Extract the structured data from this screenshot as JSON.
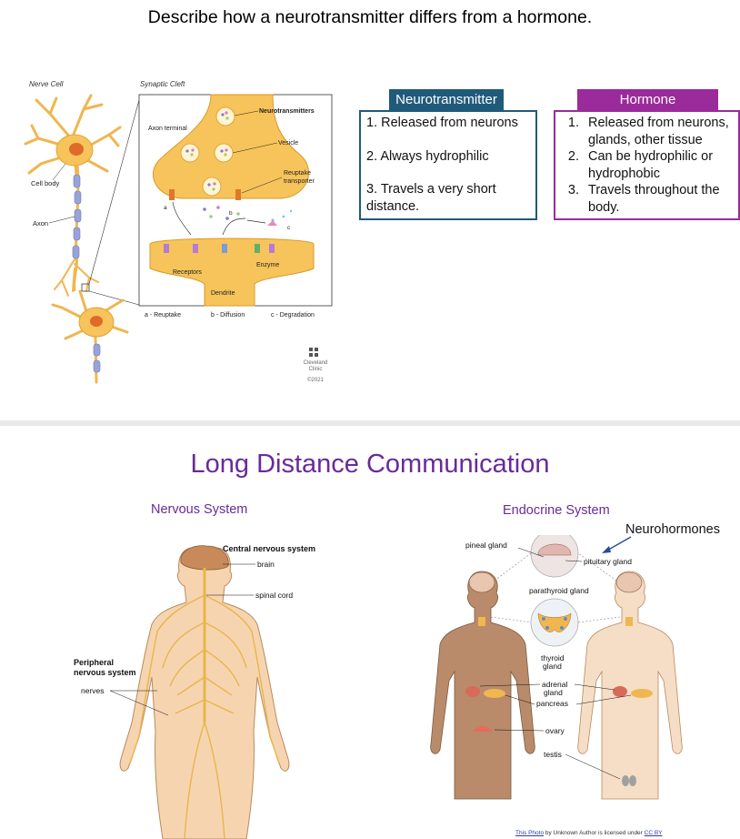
{
  "slide1": {
    "question": "Describe how a neurotransmitter differs from a hormone.",
    "figure": {
      "nerve_cell_label": "Nerve Cell",
      "synaptic_cleft_label": "Synaptic Cleft",
      "cell_body": "Cell body",
      "axon": "Axon",
      "axon_terminal": "Axon terminal",
      "neurotransmitters": "Neurotransmitters",
      "vesicle": "Vesicle",
      "reuptake_transporter_1": "Reuptake",
      "reuptake_transporter_2": "transporter",
      "receptors": "Receptors",
      "enzyme": "Enzyme",
      "dendrite": "Dendrite",
      "mark_a": "a",
      "mark_b": "b",
      "mark_c": "c",
      "legend_a": "a - Reuptake",
      "legend_b": "b - Diffusion",
      "legend_c": "c - Degradation",
      "credit_1": "Cleveland",
      "credit_2": "Clinic",
      "credit_3": "©2021"
    },
    "neuro_box": {
      "header": "Neurotransmitter",
      "items": [
        "1. Released from neurons",
        "2. Always hydrophilic",
        "3. Travels a very short distance."
      ],
      "color": "#1f5a7a"
    },
    "hormone_box": {
      "header": "Hormone",
      "items": [
        "Released from neurons, glands, other tissue",
        "Can be hydrophilic or hydrophobic",
        "Travels throughout the body."
      ],
      "color": "#9b2a9b"
    }
  },
  "slide2": {
    "title": "Long Distance Communication",
    "nervous_label": "Nervous System",
    "endocrine_label": "Endocrine System",
    "neurohormones": "Neurohormones",
    "nervous_fig": {
      "cns": "Central nervous system",
      "brain": "brain",
      "spinal_cord": "spinal cord",
      "pns_1": "Peripheral",
      "pns_2": "nervous system",
      "nerves": "nerves"
    },
    "endocrine_fig": {
      "pineal": "pineal gland",
      "pituitary": "pituitary gland",
      "parathyroid": "parathyroid gland",
      "thyroid_1": "thyroid",
      "thyroid_2": "gland",
      "adrenal_1": "adrenal",
      "adrenal_2": "gland",
      "pancreas": "pancreas",
      "ovary": "ovary",
      "testis": "testis"
    },
    "footer": {
      "link": "This Photo",
      "text": " by Unknown Author is licensed under ",
      "license": "CC BY"
    }
  }
}
